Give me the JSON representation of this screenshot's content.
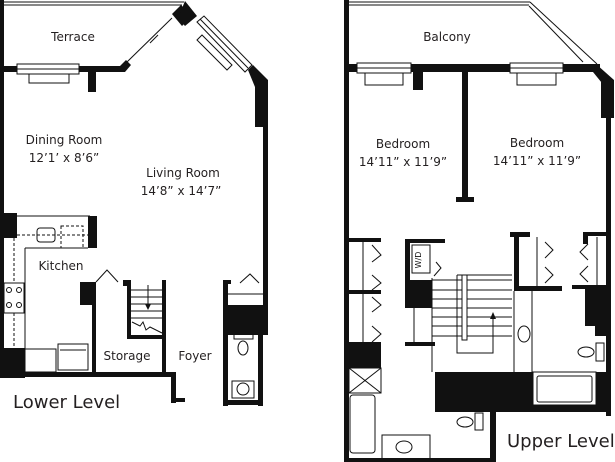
{
  "lower_level": {
    "title": "Lower Level",
    "rooms": [
      {
        "name": "Terrace",
        "size": ""
      },
      {
        "name": "Dining Room",
        "size": "12’1’ x 8’6”"
      },
      {
        "name": "Living Room",
        "size": "14’8” x 14’7”"
      },
      {
        "name": "Kitchen",
        "size": ""
      },
      {
        "name": "Storage",
        "size": ""
      },
      {
        "name": "Foyer",
        "size": ""
      }
    ]
  },
  "upper_level": {
    "title": "Upper Level",
    "rooms": [
      {
        "name": "Balcony",
        "size": ""
      },
      {
        "name": "Bedroom",
        "size": "14’11” x 11’9”"
      },
      {
        "name": "Bedroom",
        "size": "14’11” x 11’9”"
      }
    ],
    "appliance_label": "W/D"
  },
  "colors": {
    "wall": "#111111",
    "background": "#ffffff"
  }
}
